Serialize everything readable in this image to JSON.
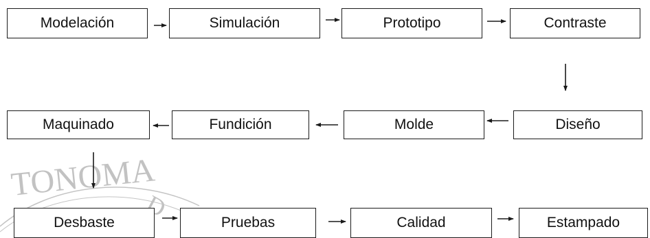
{
  "diagram": {
    "row1": [
      "Modelación",
      "Simulación",
      "Prototipo",
      "Contraste"
    ],
    "row2": [
      "Maquinado",
      "Fundición",
      "Molde",
      "Diseño"
    ],
    "row3": [
      "Desbaste",
      "Pruebas",
      "Calidad",
      "Estampado"
    ]
  },
  "watermark": {
    "text": "TONOMA",
    "color": "#b9b9b9"
  },
  "colors": {
    "stroke": "#1a1a1a"
  }
}
